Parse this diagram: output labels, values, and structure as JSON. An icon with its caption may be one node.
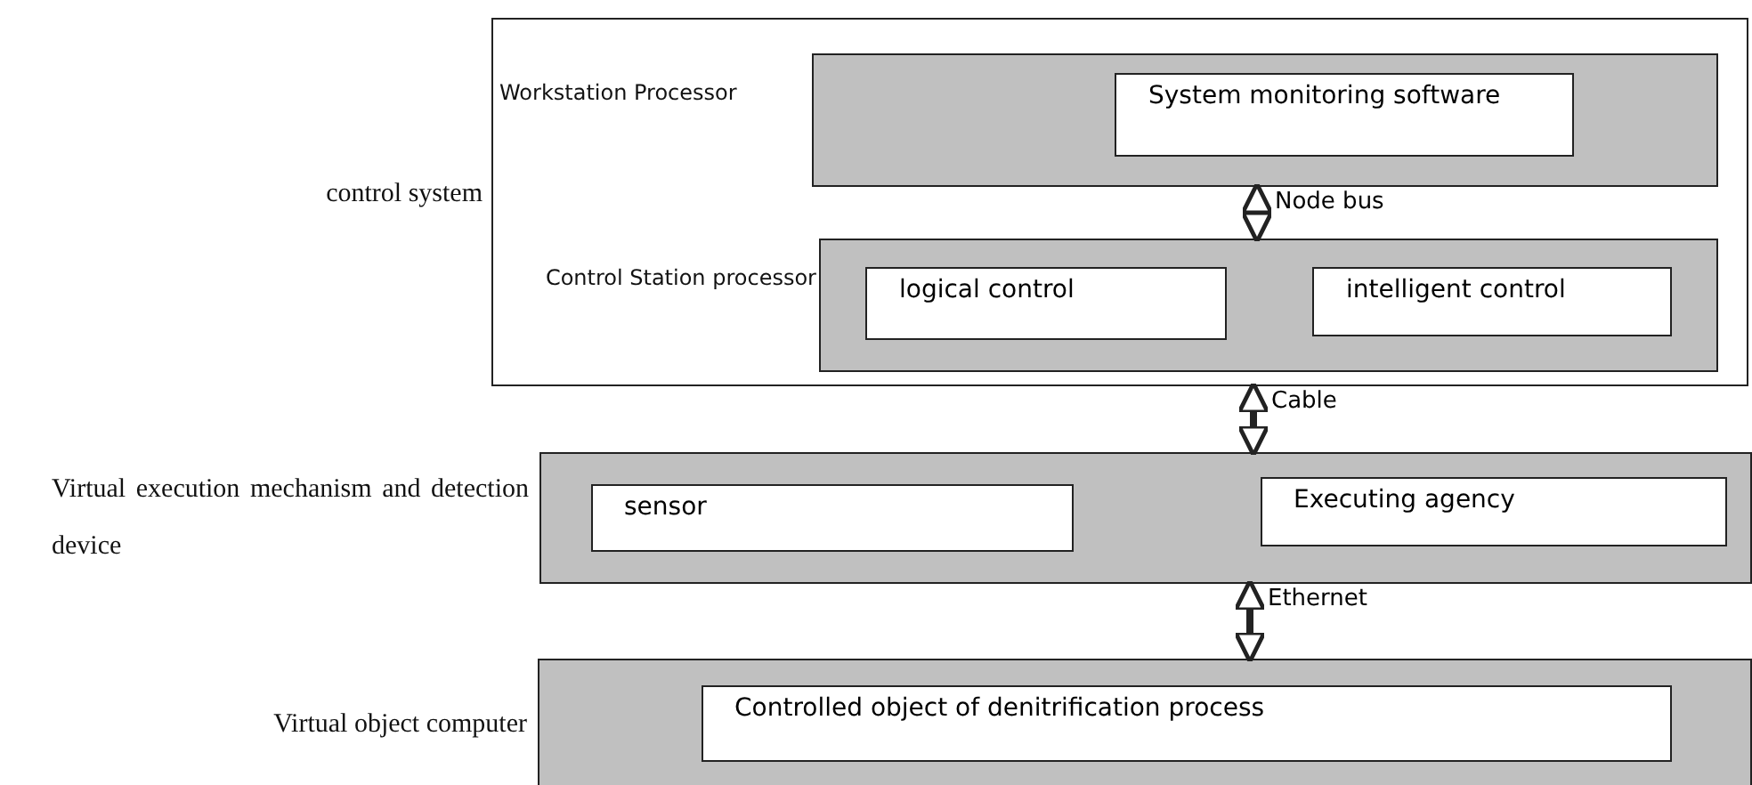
{
  "diagram": {
    "nodes": [
      {
        "text": [
          "control system"
        ]
      },
      {
        "text": [
          "Workstation Processor"
        ],
        "in": 0
      },
      {
        "text": [
          "System monitoring software"
        ],
        "in": 1
      },
      {
        "text": [
          "Control Station processor"
        ],
        "in": 0
      },
      {
        "text": [
          "logical control"
        ],
        "in": 3
      },
      {
        "text": [
          "intelligent control"
        ],
        "in": 3
      },
      {
        "text": [
          "Virtual execution mechanism and detection device"
        ]
      },
      {
        "text": [
          "sensor"
        ],
        "in": 6
      },
      {
        "text": [
          "Executing agency"
        ],
        "in": 6
      },
      {
        "text": [
          "Virtual object computer"
        ]
      },
      {
        "text": [
          "Controlled object of denitrification process"
        ],
        "in": 9
      }
    ],
    "edges": [
      {
        "from": 1,
        "to": 3,
        "arrow": "both",
        "label": "Node bus"
      },
      {
        "from": 0,
        "to": 6,
        "arrow": "both",
        "label": "Cable"
      },
      {
        "from": 6,
        "to": 9,
        "arrow": "both",
        "label": "Ethernet"
      }
    ]
  }
}
